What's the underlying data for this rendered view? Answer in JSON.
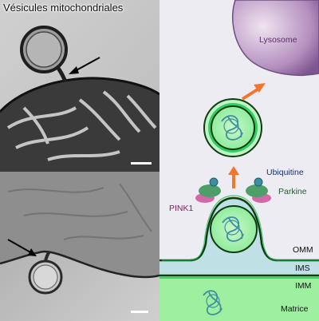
{
  "micrograph": {
    "title": "Vésicules mitochondriales"
  },
  "diagram": {
    "labels": {
      "lysosome": "Lysosome",
      "ubiquitine": "Ubiquitine",
      "parkine": "Parkine",
      "pink1": "PINK1",
      "omm": "OMM",
      "ims": "IMS",
      "imm": "IMM",
      "matrice": "Matrice"
    },
    "colors": {
      "lysosome": "#9a6fa8",
      "matrix_green": "#9ef0a0",
      "ims_blue": "#bfe0e4",
      "membrane_dark": "#0f3d12",
      "vesicle_green": "#1fbf50",
      "arrow_orange": "#f2762e",
      "ubiquitin_blue": "#3f8fa0",
      "parkin_green": "#4e9e6a",
      "pink1_pink": "#d368a8"
    }
  }
}
